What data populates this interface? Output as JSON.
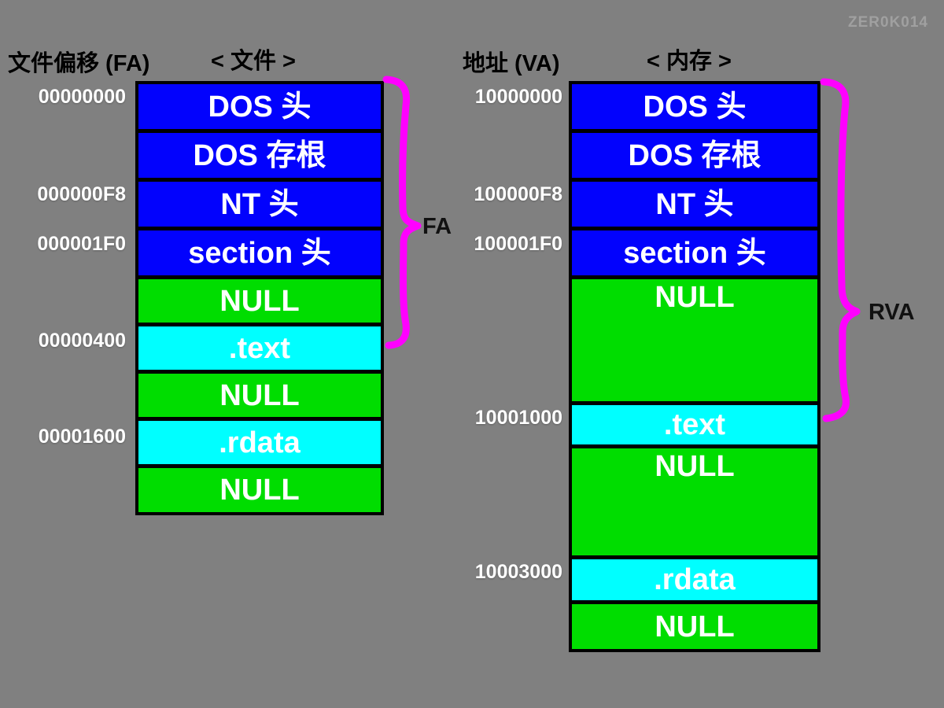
{
  "watermark": "ZER0K014",
  "colors": {
    "background": "#808080",
    "header_block": "#0202fd",
    "null_block": "#00dd00",
    "section_block": "#00ffff",
    "brace": "#ff00ff"
  },
  "file_panel": {
    "axis_label": "文件偏移 (FA)",
    "title": "< 文件 >",
    "brace_label": "FA",
    "addresses": [
      "00000000",
      "000000F8",
      "000001F0",
      "00000400",
      "00001600"
    ],
    "blocks": [
      {
        "label": "DOS 头"
      },
      {
        "label": "DOS 存根"
      },
      {
        "label": "NT 头"
      },
      {
        "label": "section 头"
      },
      {
        "label": "NULL"
      },
      {
        "label": ".text"
      },
      {
        "label": "NULL"
      },
      {
        "label": ".rdata"
      },
      {
        "label": "NULL"
      }
    ]
  },
  "memory_panel": {
    "axis_label": "地址 (VA)",
    "title": "< 内存 >",
    "brace_label": "RVA",
    "addresses": [
      "10000000",
      "100000F8",
      "100001F0",
      "10001000",
      "10003000"
    ],
    "blocks": [
      {
        "label": "DOS 头"
      },
      {
        "label": "DOS 存根"
      },
      {
        "label": "NT 头"
      },
      {
        "label": "section 头"
      },
      {
        "label": "NULL"
      },
      {
        "label": ".text"
      },
      {
        "label": "NULL"
      },
      {
        "label": ".rdata"
      },
      {
        "label": "NULL"
      }
    ]
  }
}
